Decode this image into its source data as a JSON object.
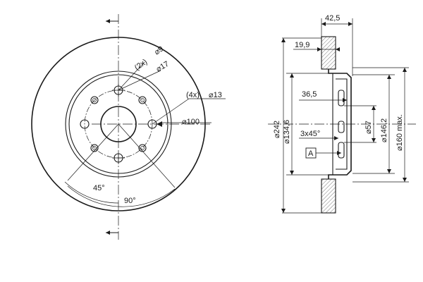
{
  "front_view": {
    "holes_label": "(4x)",
    "holes_dia": "13",
    "pin_label": "(2x)",
    "pin_dia": "9",
    "pin_bore_dia": "17",
    "pcd_dia": "100",
    "angle_small": "45°",
    "angle_large": "90°"
  },
  "side_view": {
    "total_thickness": "42,5",
    "disc_thickness": "19,9",
    "hub_depth": "36,5",
    "chamfer": "3x45°",
    "datum_box": "A",
    "dia_242": "242",
    "dia_134_6": "134,6",
    "dia_57": "57",
    "dia_146_2": "146,2",
    "dia_160": "160 max.",
    "dia_symbol": "⌀"
  }
}
